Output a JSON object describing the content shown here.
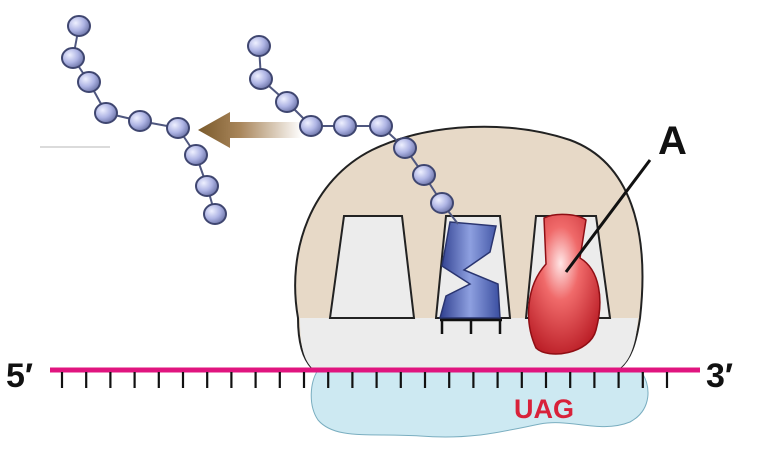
{
  "labels": {
    "a": "A",
    "five_prime": "5′",
    "three_prime": "3′",
    "codon": "UAG"
  },
  "colors": {
    "ribosome_large": "#e7d9c7",
    "ribosome_small": "#cde9f2",
    "mrna": "#e0157f",
    "bead_fill": "#aeb4e4",
    "bead_stroke": "#4f577f",
    "release_factor": "#d8212c",
    "trna": "#4a5fae",
    "arrow": "#7a5a2c",
    "codon_text": "#d8213a"
  },
  "icons": {
    "trna": "trna-shape",
    "release_factor": "release-factor-shape",
    "arrow": "left-arrow"
  }
}
